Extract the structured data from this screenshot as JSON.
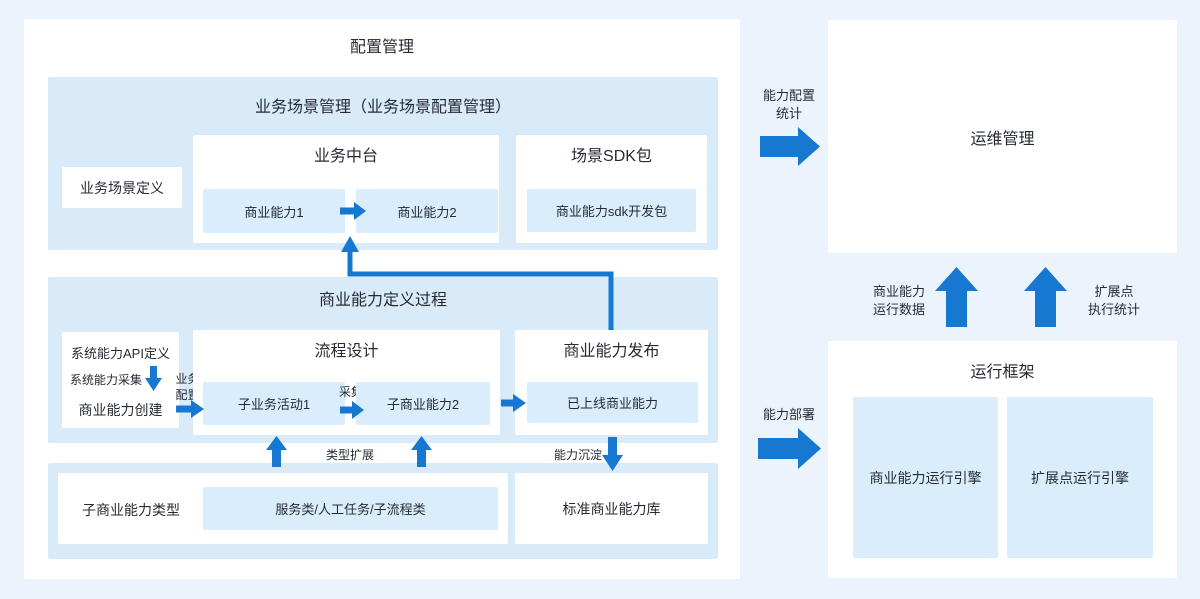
{
  "colors": {
    "page_bg": "#EBF4FD",
    "panel_bg": "#FFFFFF",
    "section_bg": "#D9EAF9",
    "box_bg": "#DAEDFC",
    "arrow": "#1778D2",
    "text": "#262B33"
  },
  "config_management": {
    "title": "配置管理",
    "scene_section": {
      "title": "业务场景管理（业务场景配置管理）",
      "scene_definition": "业务场景定义",
      "business_middle_platform": {
        "title": "业务中台",
        "capability1": "商业能力1",
        "capability2": "商业能力2"
      },
      "scene_sdk": {
        "title": "场景SDK包",
        "sdk_package": "商业能力sdk开发包"
      }
    },
    "capability_section": {
      "title": "商业能力定义过程",
      "api_definition": "系统能力API定义",
      "system_capability_collect": "系统能力采集",
      "capability_create": "商业能力创建",
      "business_config": {
        "line1": "业务",
        "line2": "配置"
      },
      "process_design": {
        "title": "流程设计",
        "sub_activity": "子业务活动1",
        "collect": "采集",
        "sub_capability": "子商业能力2"
      },
      "capability_publish": {
        "title": "商业能力发布",
        "online_capability": "已上线商业能力"
      }
    },
    "flow_labels": {
      "type_extension": "类型扩展",
      "capability_sediment": "能力沉淀"
    },
    "sub_capability_section": {
      "type_title": "子商业能力类型",
      "types": "服务类/人工任务/子流程类",
      "standard_library": "标准商业能力库"
    }
  },
  "right_side": {
    "capability_config_stats": {
      "line1": "能力配置",
      "line2": "统计"
    },
    "ops_management_title": "运维管理",
    "capability_runtime_data": {
      "line1": "商业能力",
      "line2": "运行数据"
    },
    "extension_exec_stats": {
      "line1": "扩展点",
      "line2": "执行统计"
    },
    "runtime_framework": {
      "title": "运行框架",
      "capability_engine": "商业能力运行引擎",
      "extension_engine": "扩展点运行引擎"
    },
    "capability_deploy": "能力部署"
  }
}
